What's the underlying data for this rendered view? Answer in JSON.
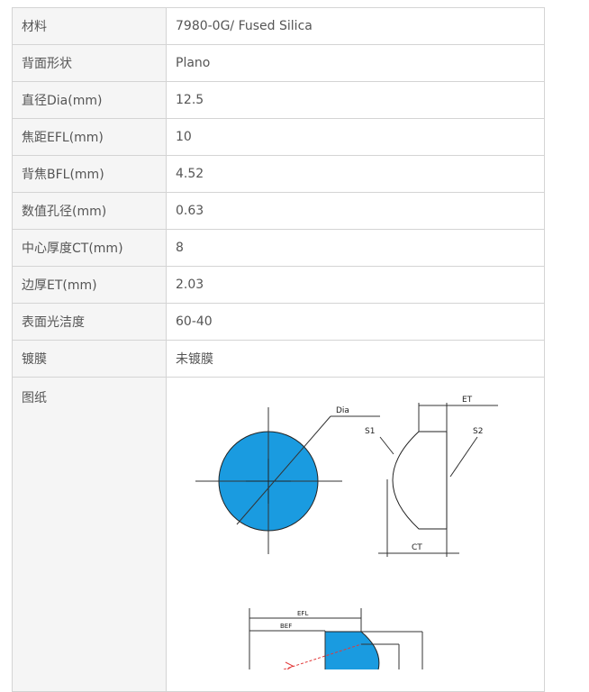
{
  "specs": [
    {
      "label": "材料",
      "value": "7980-0G/ Fused Silica"
    },
    {
      "label": "背面形状",
      "value": "Plano"
    },
    {
      "label": "直径Dia(mm)",
      "value": "12.5"
    },
    {
      "label": "焦距EFL(mm)",
      "value": "10"
    },
    {
      "label": "背焦BFL(mm)",
      "value": "4.52"
    },
    {
      "label": "数值孔径(mm)",
      "value": "0.63"
    },
    {
      "label": "中心厚度CT(mm)",
      "value": "8"
    },
    {
      "label": "边厚ET(mm)",
      "value": "2.03"
    },
    {
      "label": "表面光洁度",
      "value": "60-40"
    },
    {
      "label": "镀膜",
      "value": "未镀膜"
    }
  ],
  "drawing": {
    "label": "图纸",
    "dia_label": "Dia",
    "et_label": "ET",
    "s1_label": "S1",
    "s2_label": "S2",
    "ct_label": "CT",
    "efl_label": "EFL",
    "bef_label": "BEF",
    "lens_color": "#1a9be0"
  }
}
